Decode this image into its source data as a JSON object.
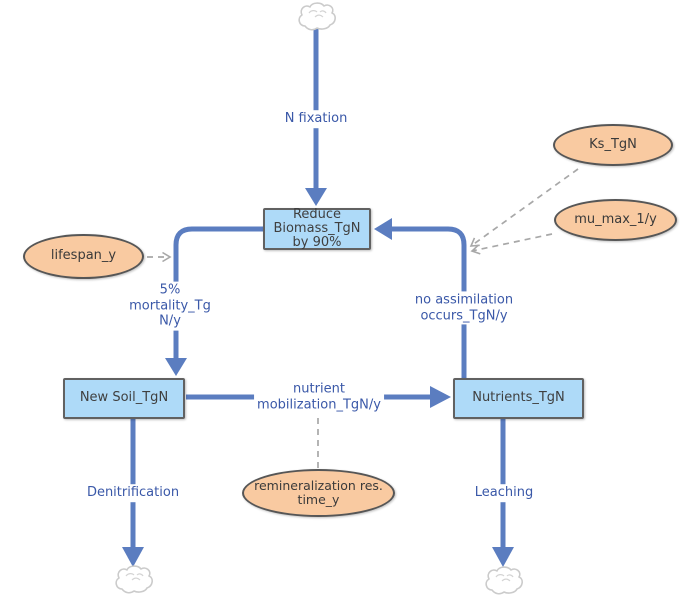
{
  "diagram": {
    "type": "stock-and-flow-model",
    "stocks": {
      "biomass": {
        "label": "Reduce\nBiomass_TgN\nby 90%"
      },
      "new_soil": {
        "label": "New Soil_TgN"
      },
      "nutrients": {
        "label": "Nutrients_TgN"
      }
    },
    "flows": {
      "n_fixation": {
        "label": "N fixation"
      },
      "mortality": {
        "label": "5%\nmortality_Tg\nN/y"
      },
      "no_assimilation": {
        "label": "no assimilation\noccurs_TgN/y"
      },
      "mobilization": {
        "label": "nutrient\nmobilization_TgN/y"
      },
      "denitrification": {
        "label": "Denitrification"
      },
      "leaching": {
        "label": "Leaching"
      }
    },
    "variables": {
      "ks": {
        "label": "Ks_TgN"
      },
      "mu_max": {
        "label": "mu_max_1/y"
      },
      "lifespan": {
        "label": "lifespan_y"
      },
      "remineralization": {
        "label": "remineralization res.\ntime_y"
      }
    },
    "colors": {
      "flow": "#5b7dc0",
      "flow_label_text": "#3a58a8",
      "stock_fill": "#aedaf8",
      "stock_border": "#616161",
      "stock_text": "#3f3f3f",
      "variable_fill": "#f9caa1",
      "variable_border": "#565656",
      "connector": "#a8a8a8",
      "cloud_stroke": "#cbcbcb"
    }
  }
}
